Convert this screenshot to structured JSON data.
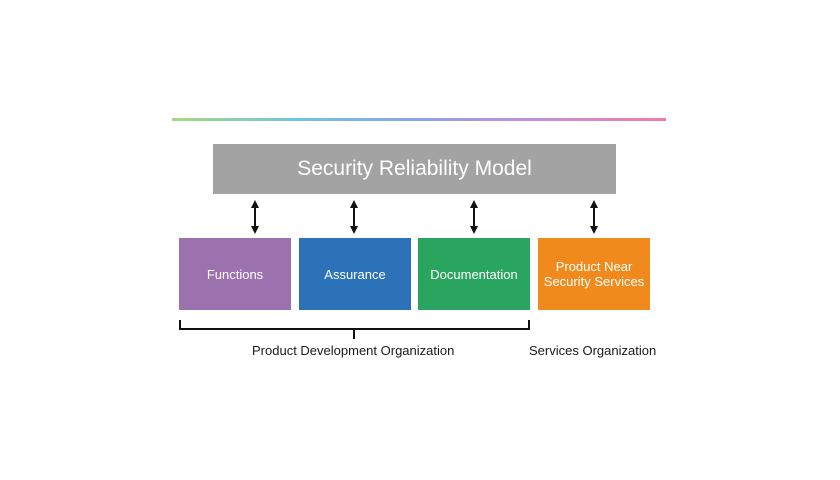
{
  "model": {
    "title": "Security Reliability Model"
  },
  "boxes": [
    {
      "label": "Functions"
    },
    {
      "label": "Assurance"
    },
    {
      "label": "Documentation"
    },
    {
      "label": "Product Near\nSecurity Services"
    }
  ],
  "groups": {
    "product_development": "Product Development Organization",
    "services": "Services Organization"
  },
  "colors": {
    "model_bar": "#a3a3a3",
    "functions": "#9b71ae",
    "assurance": "#2b72b8",
    "documentation": "#2aa55f",
    "services": "#f18a1c"
  }
}
